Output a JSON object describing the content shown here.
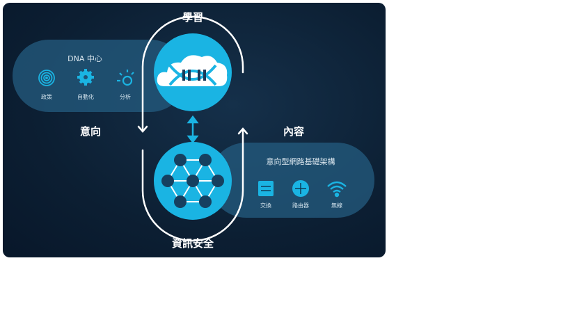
{
  "top_label": "學習",
  "bottom_label": "資訊安全",
  "left_label": "意向",
  "right_label": "內容",
  "dna_center": {
    "title": "DNA 中心",
    "items": [
      {
        "label": "政策",
        "icon": "fingerprint-icon"
      },
      {
        "label": "自動化",
        "icon": "gear-icon"
      },
      {
        "label": "分析",
        "icon": "analytics-icon"
      }
    ]
  },
  "infrastructure": {
    "title": "意向型網路基礎架構",
    "items": [
      {
        "label": "交換",
        "icon": "switch-icon"
      },
      {
        "label": "路由器",
        "icon": "router-icon"
      },
      {
        "label": "無線",
        "icon": "wireless-icon"
      }
    ]
  },
  "colors": {
    "accent": "#1ab4e3",
    "background": "#0c1f33"
  }
}
